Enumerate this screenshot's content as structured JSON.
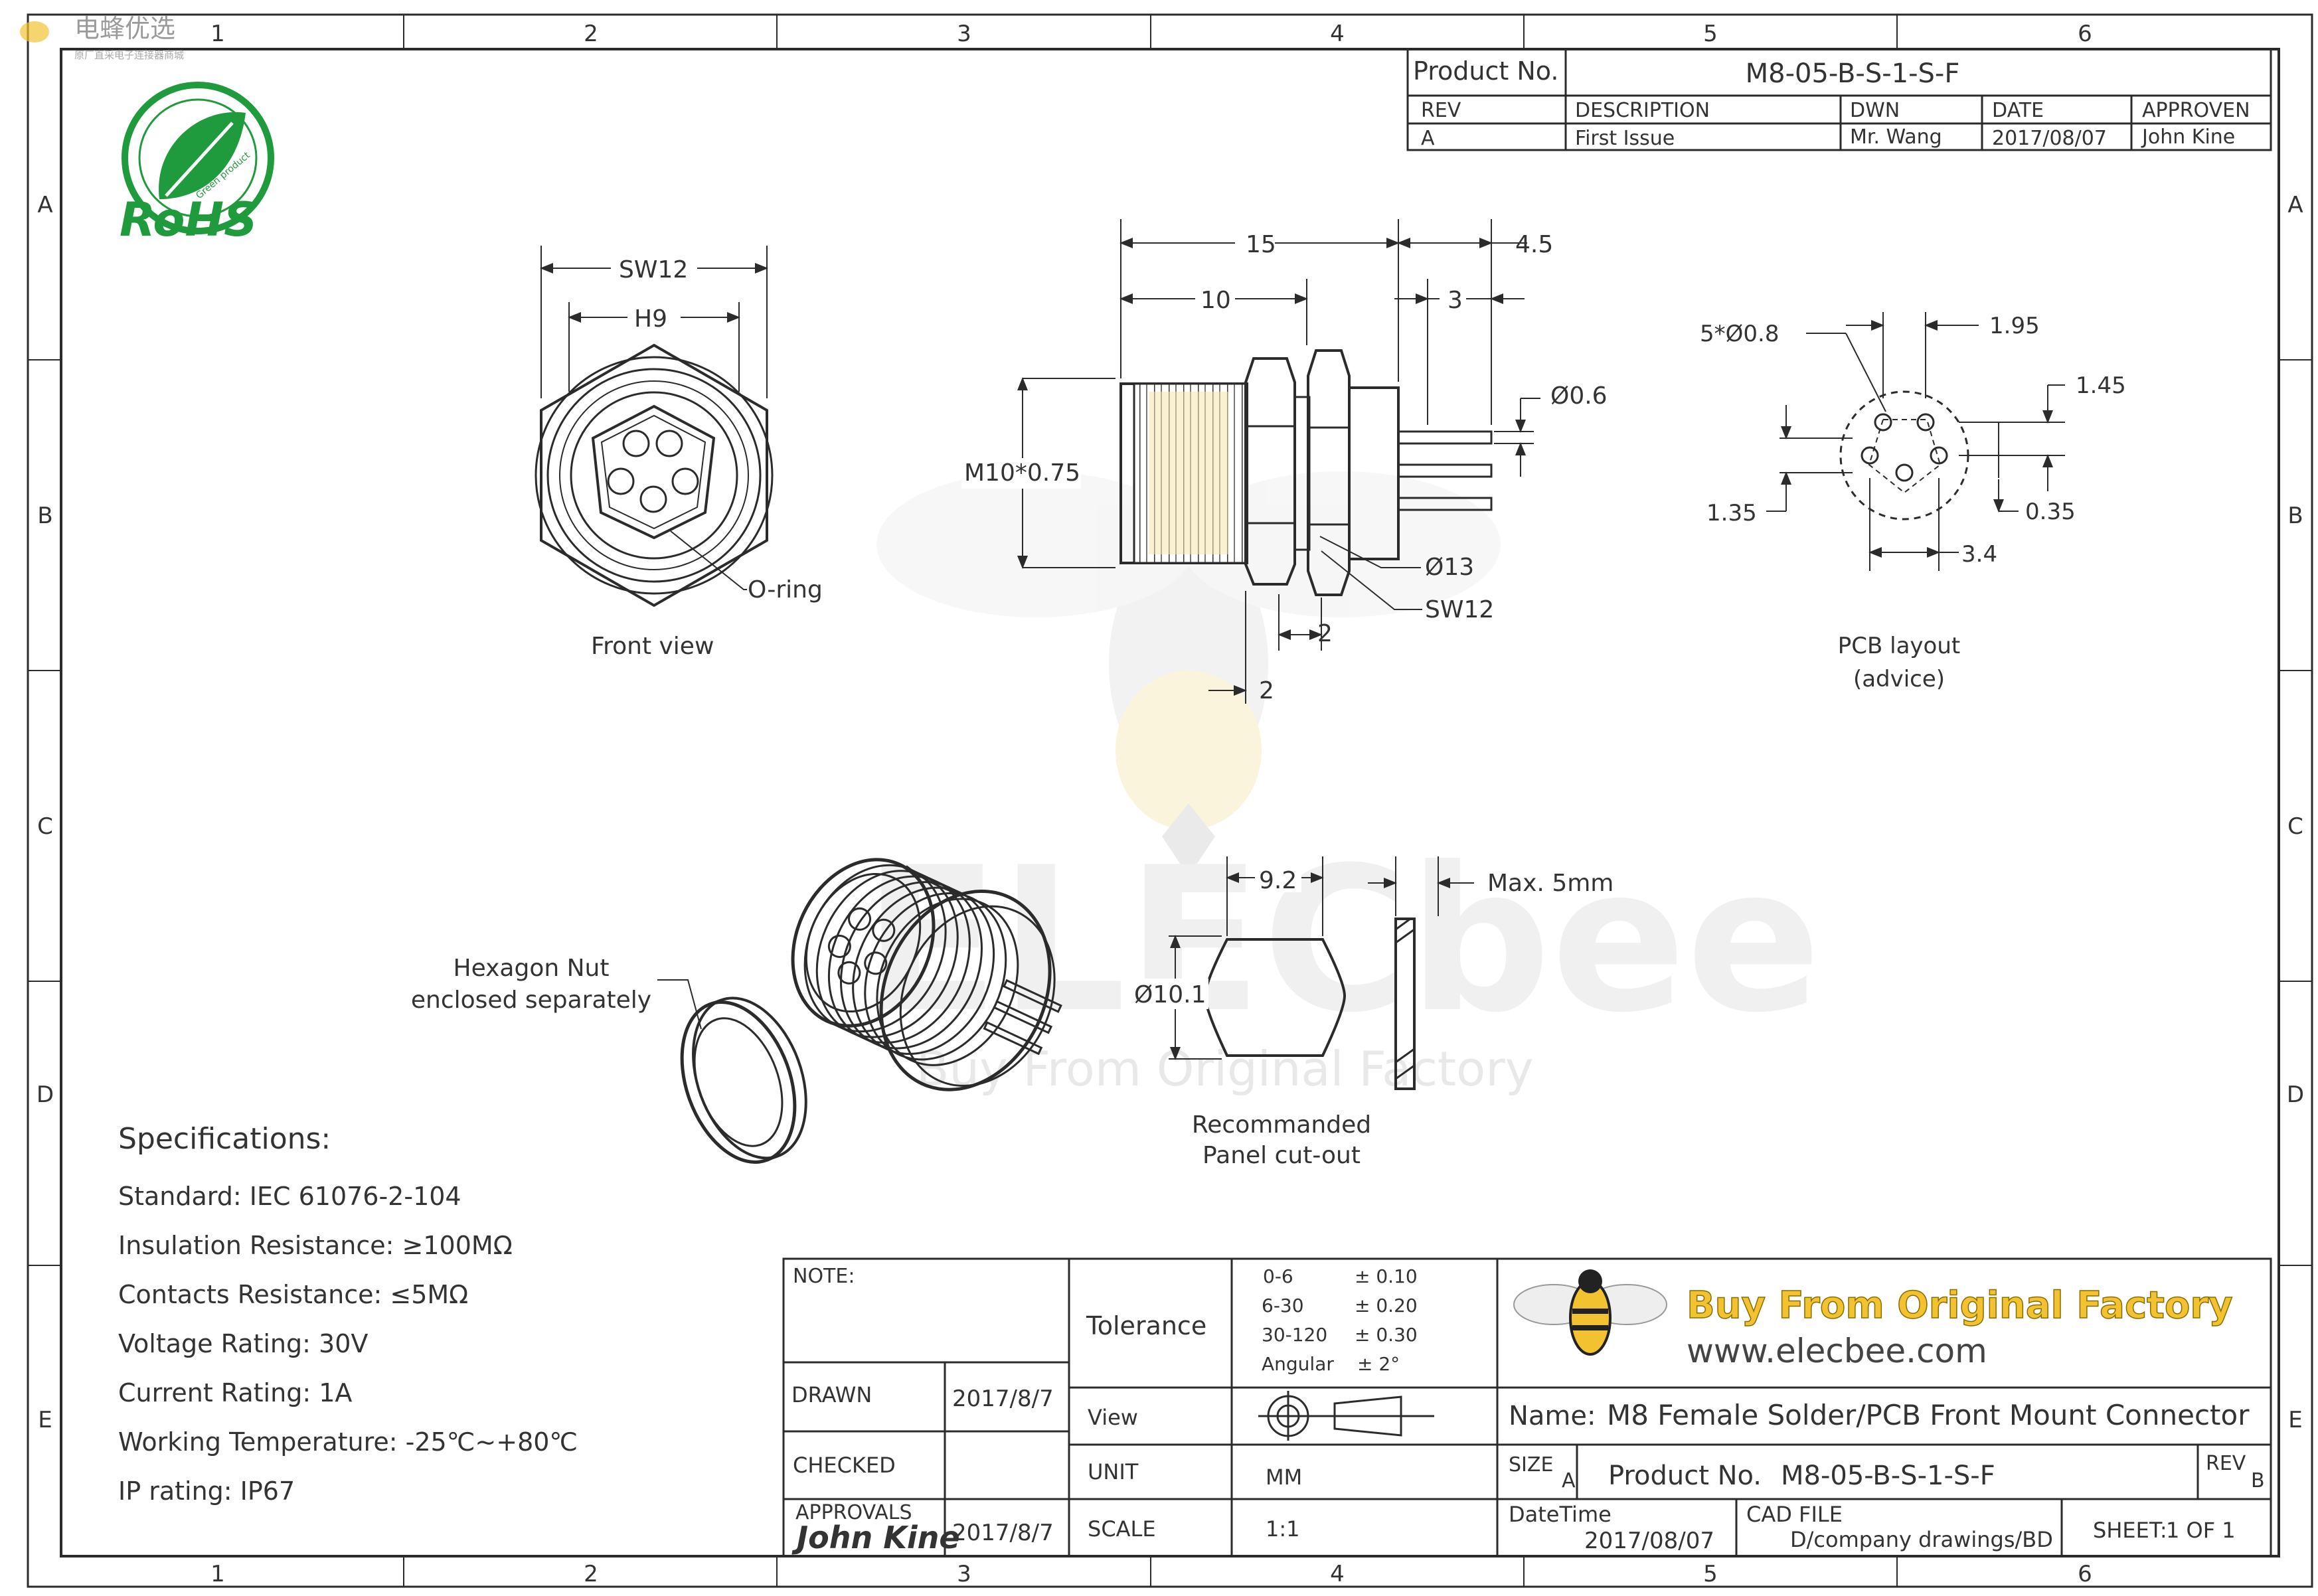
{
  "watermark_logo": {
    "cn": "电蜂优选",
    "sub": "原厂直采电子连接器商城"
  },
  "rohs": {
    "label": "RoHS",
    "ring": "Green product"
  },
  "grid": {
    "columns": [
      "1",
      "2",
      "3",
      "4",
      "5",
      "6"
    ],
    "rows": [
      "A",
      "B",
      "C",
      "D",
      "E"
    ]
  },
  "title_block_top": {
    "product_no_label": "Product No.",
    "product_no": "M8-05-B-S-1-S-F",
    "headers": {
      "rev": "REV",
      "description": "DESCRIPTION",
      "dwn": "DWN",
      "date": "DATE",
      "approven": "APPROVEN"
    },
    "row": {
      "rev": "A",
      "description": "First Issue",
      "dwn": "Mr. Wang",
      "date": "2017/08/07",
      "approven": "John Kine"
    }
  },
  "front_view": {
    "caption": "Front view",
    "dim_sw": "SW12",
    "dim_h": "H9",
    "callout": "O-ring"
  },
  "side_view": {
    "dim_15": "15",
    "dim_45": "4.5",
    "dim_10": "10",
    "dim_3": "3",
    "dim_pin": "Ø0.6",
    "thread": "M10*0.75",
    "dim_13": "Ø13",
    "sw": "SW12",
    "dim_2a": "2",
    "dim_2b": "2"
  },
  "pcb": {
    "caption1": "PCB layout",
    "caption2": "(advice)",
    "holes": "5*Ø0.8",
    "d195": "1.95",
    "d145": "1.45",
    "d135": "1.35",
    "d035": "0.35",
    "d34": "3.4"
  },
  "nut_note": {
    "line1": "Hexagon Nut",
    "line2": "enclosed separately"
  },
  "cutout": {
    "caption1": "Recommanded",
    "caption2": "Panel cut-out",
    "d92": "9.2",
    "d101": "Ø10.1",
    "max": "Max. 5mm"
  },
  "bg_watermark": {
    "brand": "ELECbee",
    "tagline": "Buy From Original Factory"
  },
  "specs": {
    "title": "Specifications:",
    "items": [
      "Standard: IEC 61076-2-104",
      "Insulation Resistance: ≥100MΩ",
      "Contacts Resistance: ≤5MΩ",
      "Voltage Rating: 30V",
      "Current Rating: 1A",
      "Working Temperature: -25℃~+80℃",
      "IP rating: IP67"
    ]
  },
  "title_block": {
    "note": "NOTE:",
    "drawn": "DRAWN",
    "drawn_date": "2017/8/7",
    "checked": "CHECKED",
    "approvals": "APPROVALS",
    "signature": "John Kine",
    "approvals_date": "2017/8/7",
    "tolerance": "Tolerance",
    "tol_rows": [
      {
        "range": "0-6",
        "tol": "± 0.10"
      },
      {
        "range": "6-30",
        "tol": "± 0.20"
      },
      {
        "range": "30-120",
        "tol": "± 0.30"
      },
      {
        "range": "Angular",
        "tol": "± 2°"
      }
    ],
    "view": "View",
    "unit": "UNIT",
    "unit_val": "MM",
    "scale": "SCALE",
    "scale_val": "1:1",
    "brand_line": "Buy From Original Factory",
    "website": "www.elecbee.com",
    "name_label": "Name:",
    "name_val": "M8 Female Solder/PCB Front Mount Connector",
    "size_label": "SIZE",
    "size_val": "A",
    "pn_label": "Product No.",
    "pn_val": "M8-05-B-S-1-S-F",
    "rev_label": "REV",
    "rev_val": "B",
    "datetime_label": "DateTime",
    "datetime_val": "2017/08/07",
    "cad_label": "CAD FILE",
    "cad_val": "D/company drawings/BD",
    "sheet_label": "SHEET:",
    "sheet_val": "1 OF  1"
  },
  "colors": {
    "line": "#2b2b2b",
    "rohs_green": "#1f9a3c",
    "brand_yellow": "#f2c230",
    "watermark": "#d8d8d8"
  }
}
